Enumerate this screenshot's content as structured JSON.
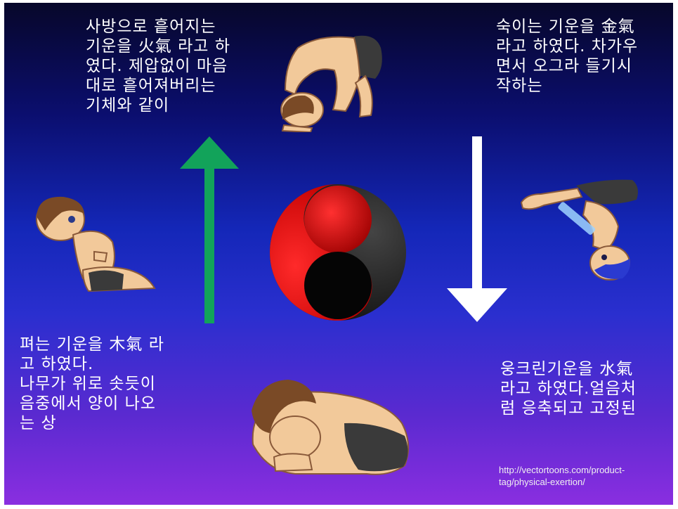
{
  "texts": {
    "fire": [
      "사방으로 흩어지는",
      "기운을 火氣 라고 하",
      "였다. 제압없이 마음",
      "대로 흩어져버리는",
      "기체와 같이"
    ],
    "metal": [
      "숙이는 기운을 金氣",
      "라고 하였다. 차가우",
      "면서 오그라 들기시",
      "작하는"
    ],
    "wood": [
      "펴는 기운을 木氣 라",
      "고 하였다.",
      "나무가 위로 솟듯이",
      "음중에서 양이 나오",
      "는 상"
    ],
    "water": [
      "웅크린기운을 水氣",
      "라고 하였다.얼음처",
      "럼 응축되고 고정된"
    ]
  },
  "credit": [
    "http://vectortoons.com/product-",
    "tag/physical-exertion/"
  ],
  "colors": {
    "arrow_up": "#12a35a",
    "arrow_down": "#ffffff",
    "yin_yang_red": "#ff1010",
    "yin_yang_dark": "#2a2a2a"
  }
}
